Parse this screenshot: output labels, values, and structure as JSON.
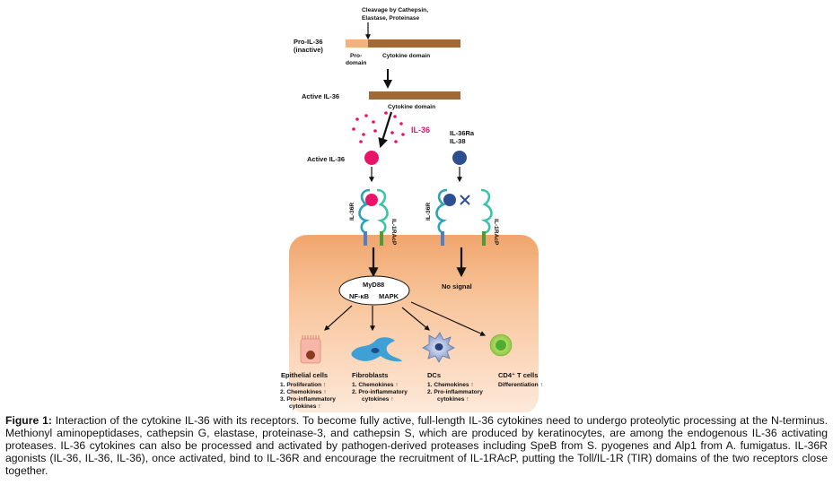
{
  "diagram": {
    "cleavage_line1": "Cleavage by Cathepsin,",
    "cleavage_line2": "Elastase, Proteinase",
    "pro_il36_line1": "Pro-IL-36",
    "pro_il36_line2": "(inactive)",
    "prodomain_line1": "Pro-",
    "prodomain_line2": "domain",
    "cytokine_domain_1": "Cytokine domain",
    "active_il36_top": "Active IL-36",
    "cytokine_domain_2": "Cytokine domain",
    "il36_label": "IL-36",
    "antagonist_line1": "IL-36Ra",
    "antagonist_line2": "IL-38",
    "active_il36_mid": "Active IL-36",
    "il36r_left": "IL-36R",
    "il1racp_left": "IL-1RAcP",
    "il36r_right": "IL-36R",
    "il1racp_right": "IL-1RAcP",
    "myd88": "MyD88",
    "nfkb": "NF-κB",
    "mapk": "MAPK",
    "no_signal": "No signal",
    "epithelial_title": "Epithelial cells",
    "epithelial_item1": "1. Proliferation ↑",
    "epithelial_item2": "2. Chemokines ↑",
    "epithelial_item3a": "3. Pro-inflammatory",
    "epithelial_item3b": "cytokines ↑",
    "fibroblasts_title": "Fibroblasts",
    "fibroblasts_item1": "1. Chemokines ↑",
    "fibroblasts_item2a": "2. Pro-inflammatory",
    "fibroblasts_item2b": "cytokines ↑",
    "dcs_title": "DCs",
    "dcs_item1": "1. Chemokines ↑",
    "dcs_item2a": "2. Pro-inflammatory",
    "dcs_item2b": "cytokines ↑",
    "cd4_title": "CD4⁺ T cells",
    "cd4_item1": "Differentiation ↑"
  },
  "caption": {
    "label": "Figure 1:",
    "text": " Interaction of the cytokine IL-36 with its receptors. To become fully active, full-length IL-36 cytokines need to undergo proteolytic processing at the N-terminus. Methionyl aminopeptidases, cathepsin G, elastase, proteinase-3, and cathepsin S, which are produced by keratinocytes, are among the endogenous IL-36 activating proteases. IL-36 cytokines can also be processed and activated by pathogen-derived proteases including SpeB from S. pyogenes and Alp1 from A. fumigatus. IL-36R agonists (IL-36, IL-36, IL-36), once activated, bind to IL-36R and encourage the recruitment of IL-1RAcP, putting the Toll/IL-1R (TIR) domains of the two receptors close together."
  },
  "colors": {
    "prodomain": "#f2b27f",
    "cytokine_domain": "#a0693a",
    "il36": "#e8146a",
    "antagonist": "#2e4f8f",
    "receptor_left": "#2aa3b5",
    "receptor_right": "#3cc4a7",
    "membrane": "#f6b784"
  }
}
